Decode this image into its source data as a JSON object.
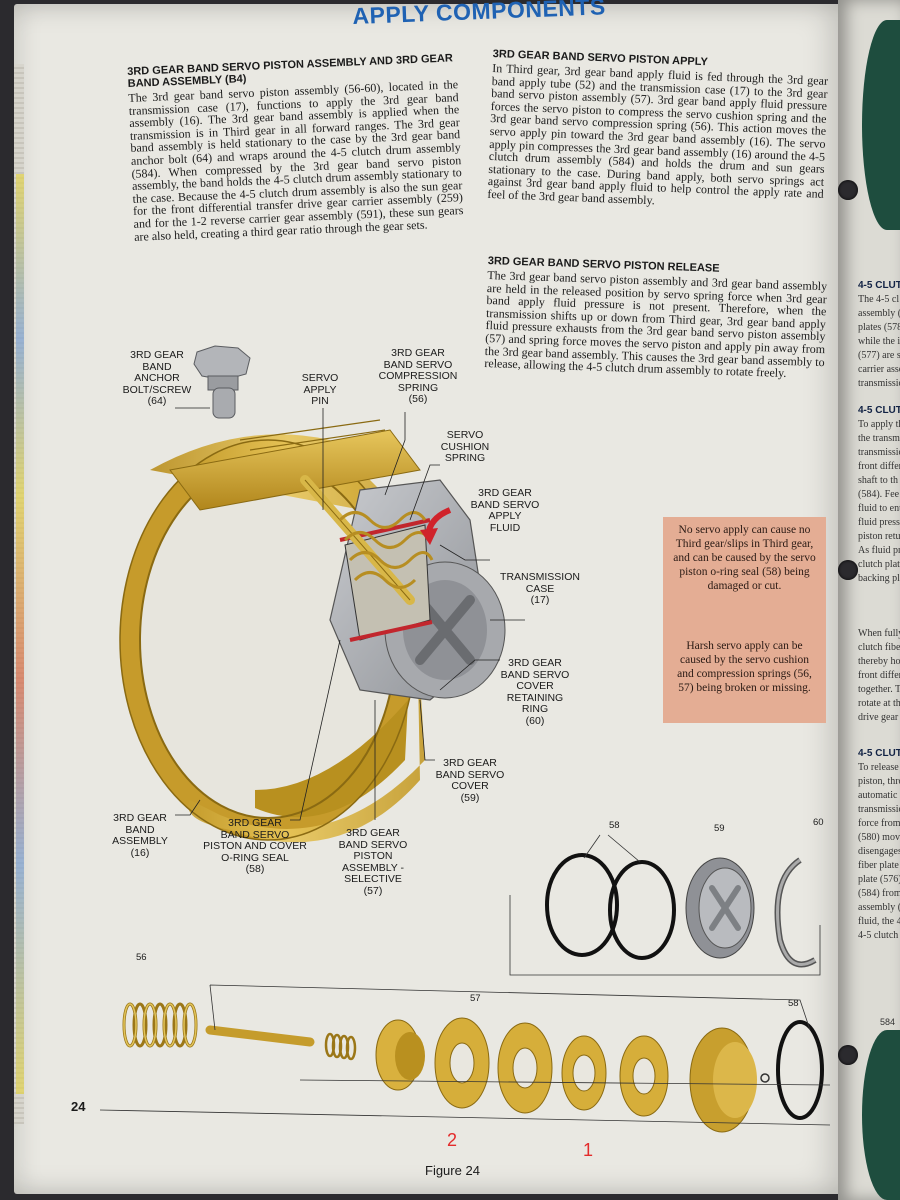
{
  "page": {
    "title": "APPLY COMPONENTS",
    "page_number": "24",
    "figure_caption": "Figure 24"
  },
  "sections": {
    "assembly": {
      "heading": "3RD GEAR BAND SERVO PISTON ASSEMBLY AND 3RD GEAR BAND ASSEMBLY (B4)",
      "body": "The 3rd gear band servo piston assembly (56-60), located in the transmission case (17), functions to apply the 3rd gear band assembly (16). The 3rd gear band assembly is applied when the transmission is in Third gear in all forward ranges. The 3rd gear band assembly is held stationary to the case by the 3rd gear band anchor bolt (64) and wraps around the 4-5 clutch drum assembly (584). When compressed by the 3rd gear band servo piston assembly, the band holds the 4-5 clutch drum assembly stationary to the case. Because the 4-5 clutch drum assembly is also the sun gear for the front differential transfer drive gear carrier assembly (259) and for the 1-2 reverse carrier gear assembly (591), these sun gears are also held, creating a third gear ratio through the gear sets."
    },
    "apply": {
      "heading": "3RD GEAR BAND SERVO PISTON APPLY",
      "body": "In Third gear, 3rd gear band apply fluid is fed through the 3rd gear band apply tube (52) and the transmission case (17) to the 3rd gear band servo piston assembly (57). 3rd gear band apply fluid pressure forces the servo piston to compress the servo cushion spring and the 3rd gear band servo compression spring (56). This action moves the servo apply pin toward the 3rd gear band assembly (16). The servo apply pin compresses the 3rd gear band assembly (16) around the 4-5 clutch drum assembly (584) and holds the drum and sun gears stationary to the case. During band apply, both servo springs act against 3rd gear band apply fluid to help control the apply rate and feel of the 3rd gear band assembly."
    },
    "release": {
      "heading": "3RD GEAR BAND SERVO PISTON RELEASE",
      "body": "The 3rd gear band servo piston assembly and 3rd gear band assembly are held in the released position by servo spring force when 3rd gear band apply fluid pressure is not present. Therefore, when the transmission shifts up or down from Third gear, 3rd gear band apply fluid pressure exhausts from the 3rd gear band servo piston assembly (57) and spring force moves the servo piston and apply pin away from the 3rd gear band assembly. This causes the 3rd gear band assembly to release, allowing the 4-5 clutch drum assembly to rotate freely."
    }
  },
  "notes": {
    "note1": "No servo apply can cause no Third gear/slips in Third gear, and can be caused by the servo piston o-ring seal (58) being damaged or cut.",
    "note2": "Harsh servo apply can be caused by the servo cushion and compression springs (56, 57) being broken or missing."
  },
  "labels": {
    "anchor_bolt": "3RD GEAR\nBAND\nANCHOR\nBOLT/SCREW\n(64)",
    "apply_pin": "SERVO\nAPPLY\nPIN",
    "compression_spring": "3RD GEAR\nBAND SERVO\nCOMPRESSION\nSPRING\n(56)",
    "cushion_spring": "SERVO\nCUSHION\nSPRING",
    "apply_fluid": "3RD GEAR\nBAND SERVO\nAPPLY\nFLUID",
    "trans_case": "TRANSMISSION\nCASE\n(17)",
    "retaining_ring": "3RD GEAR\nBAND SERVO\nCOVER\nRETAINING\nRING\n(60)",
    "servo_cover": "3RD GEAR\nBAND SERVO\nCOVER\n(59)",
    "band_assembly": "3RD GEAR\nBAND\nASSEMBLY\n(16)",
    "oring_seal": "3RD GEAR\nBAND SERVO\nPISTON AND COVER\nO-RING SEAL\n(58)",
    "piston_assembly": "3RD GEAR\nBAND SERVO\nPISTON\nASSEMBLY -\nSELECTIVE\n(57)"
  },
  "part_numbers": {
    "p58_top": "58",
    "p59": "59",
    "p60": "60",
    "p56": "56",
    "p57": "57",
    "p58_bottom": "58"
  },
  "annotations": {
    "mark_2": "2",
    "mark_1": "1"
  },
  "next_page": {
    "lines": [
      {
        "text": "4-5 CLUTC",
        "head": true
      },
      {
        "text": "The 4-5 cl"
      },
      {
        "text": "assembly (5"
      },
      {
        "text": "plates (578)"
      },
      {
        "text": "while the in"
      },
      {
        "text": "(577) are sp"
      },
      {
        "text": "carrier asse"
      },
      {
        "text": "transmissio"
      },
      {
        "text": "4-5 CLUTC",
        "head": true
      },
      {
        "text": "To apply th"
      },
      {
        "text": "the transm"
      },
      {
        "text": "transmissic"
      },
      {
        "text": "front differ"
      },
      {
        "text": "shaft to th"
      },
      {
        "text": "(584). Fee"
      },
      {
        "text": "fluid to ente"
      },
      {
        "text": "fluid pressu"
      },
      {
        "text": "piston retu"
      },
      {
        "text": "As fluid pr"
      },
      {
        "text": "clutch plat"
      },
      {
        "text": "backing pla"
      },
      {
        "text": "When fully"
      },
      {
        "text": "clutch fibe"
      },
      {
        "text": "thereby hol"
      },
      {
        "text": "front differ"
      },
      {
        "text": "together. T"
      },
      {
        "text": "rotate at th"
      },
      {
        "text": "drive gear c"
      },
      {
        "text": "4-5 CLUTC",
        "head": true
      },
      {
        "text": "To release t"
      },
      {
        "text": "piston, thro"
      },
      {
        "text": "automatic t"
      },
      {
        "text": "transmissio"
      },
      {
        "text": "force from"
      },
      {
        "text": "(580) move"
      },
      {
        "text": "disengages"
      },
      {
        "text": "fiber plate"
      },
      {
        "text": "plate (576)"
      },
      {
        "text": "(584) from"
      },
      {
        "text": "assembly (2"
      },
      {
        "text": "fluid, the 4-"
      },
      {
        "text": "4-5 clutch p"
      }
    ],
    "part_label": "584"
  }
}
